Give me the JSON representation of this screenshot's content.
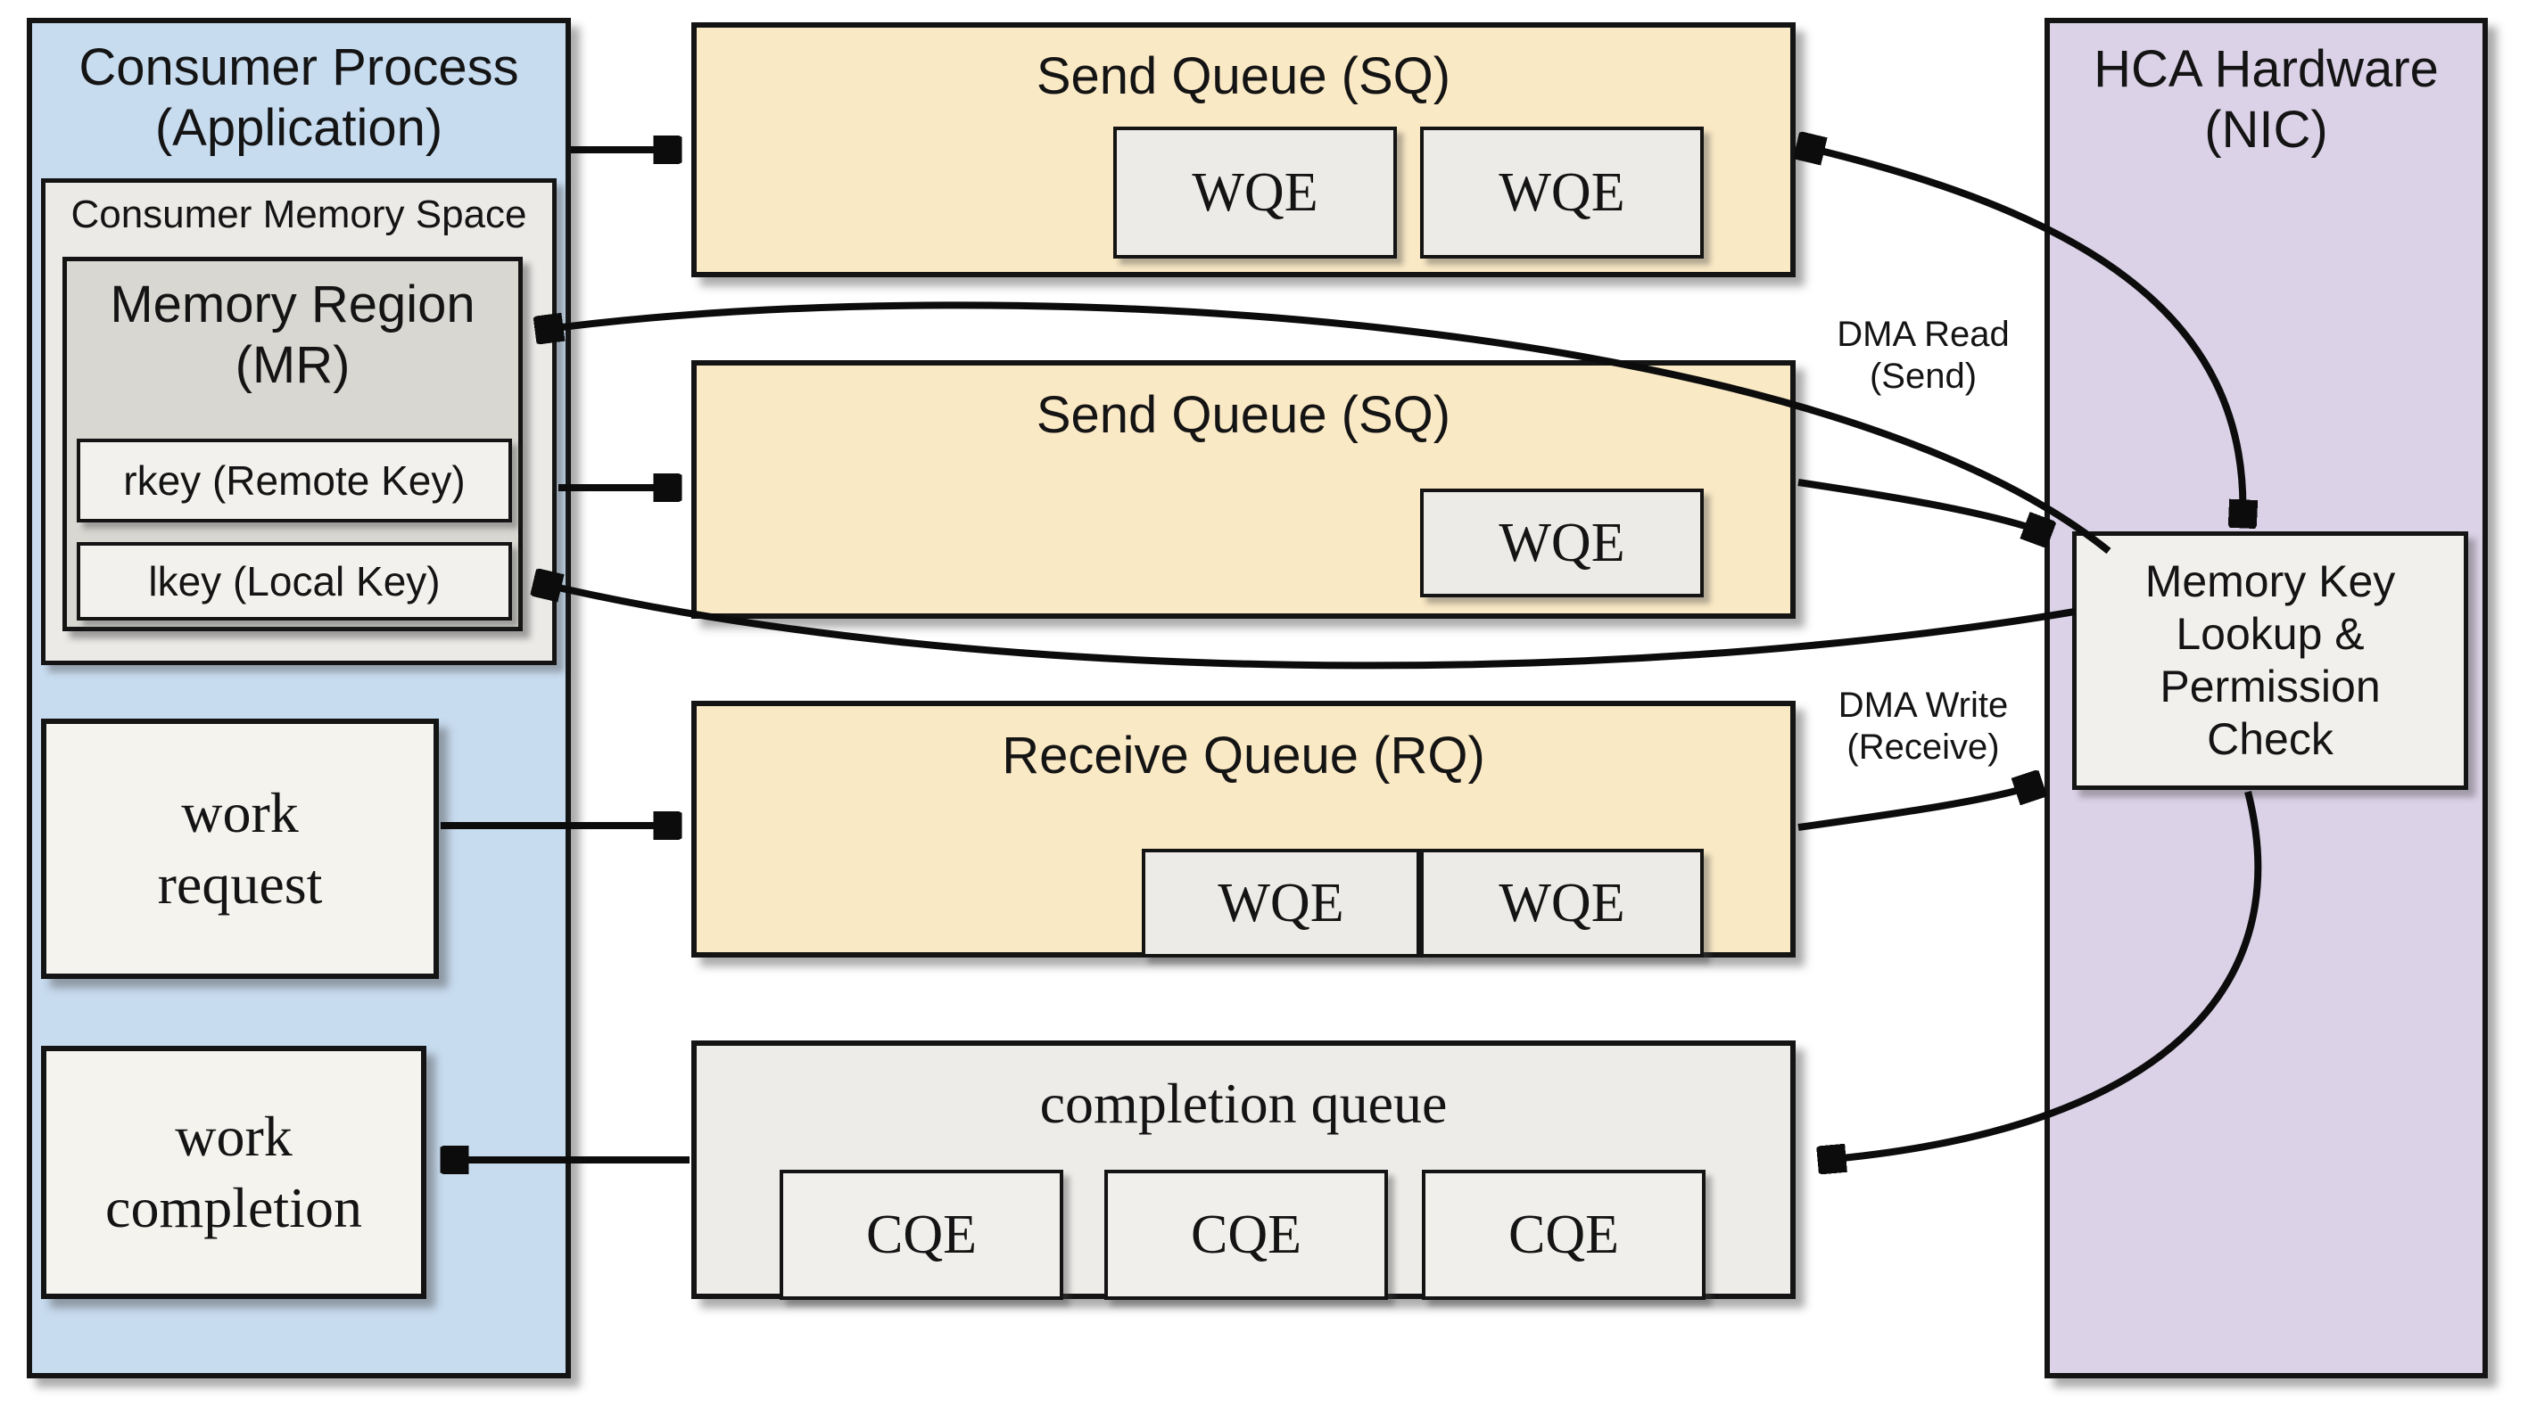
{
  "palette": {
    "consumer_bg": "#c8dcf0",
    "memory_space_bg": "#eceae7",
    "memory_region_bg": "#d8d7d2",
    "key_box_bg": "#f2f1ed",
    "queue_bg": "#fae9c5",
    "entry_box_bg": "#ecebe7",
    "completion_queue_bg": "#edece9",
    "hca_bg": "#dbd2e7",
    "memkey_box_bg": "#f1f0ec",
    "work_box_bg": "#f4f3ee",
    "border": "#141414",
    "arrow": "#0c0c0c"
  },
  "consumer": {
    "title_line1": "Consumer Process",
    "title_line2": "(Application)",
    "memory_space": {
      "title": "Consumer Memory Space",
      "memory_region": {
        "title_line1": "Memory Region",
        "title_line2": "(MR)",
        "rkey_label": "rkey (Remote Key)",
        "lkey_label": "lkey (Local Key)"
      }
    },
    "work_request": {
      "line1": "work",
      "line2": "request"
    },
    "work_completion": {
      "line1": "work",
      "line2": "completion"
    }
  },
  "queues": {
    "sq1": {
      "title": "Send Queue (SQ)",
      "wqes": [
        "WQE",
        "WQE"
      ]
    },
    "sq2": {
      "title": "Send Queue (SQ)",
      "wqes": [
        "WQE"
      ]
    },
    "rq": {
      "title": "Receive Queue (RQ)",
      "wqes": [
        "WQE",
        "WQE"
      ]
    },
    "cq": {
      "title": "completion queue",
      "cqes": [
        "CQE",
        "CQE",
        "CQE"
      ]
    }
  },
  "hca": {
    "title_line1": "HCA Hardware",
    "title_line2": "(NIC)",
    "memory_key_box": {
      "lines": [
        "Memory Key",
        "Lookup &",
        "Permission",
        "Check"
      ]
    }
  },
  "labels": {
    "dma_read": {
      "line1": "DMA Read",
      "line2": "(Send)"
    },
    "dma_write": {
      "line1": "DMA Write",
      "line2": "(Receive)"
    }
  }
}
